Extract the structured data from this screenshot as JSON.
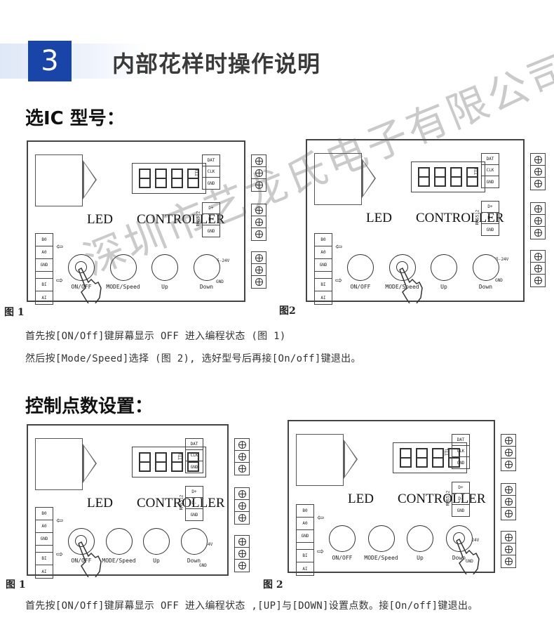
{
  "header": {
    "number": "3",
    "title": "内部花样时操作说明"
  },
  "section1": {
    "title": "选IC 型号：",
    "fig_left": "图 1",
    "fig_right": "图2",
    "line1": "首先按[ON/Off]键屏幕显示 OFF 进入编程状态 (图 1)",
    "line2": "然后按[Mode/Speed]选择 (图 2), 选好型号后再接[On/off]键退出。"
  },
  "section2": {
    "title": "控制点数设置：",
    "fig_left": "图 1",
    "fig_right": "图 2",
    "line1": "首先按[ON/Off]键屏幕显示 OFF 进入编程状态 ,[UP]与[DOWN]设置点数。接[On/off]键退出。"
  },
  "panel": {
    "led": "LED",
    "controller": "CONTROLLER",
    "ttl": "TTL",
    "ttl_rows": [
      "DAT",
      "CLK",
      "GND"
    ],
    "rms": "RMS512",
    "rms_rows": [
      "D+",
      "D-",
      "GND"
    ],
    "dc": "DC5-24V",
    "gnd": "GND",
    "left_rows": [
      "B0",
      "A0",
      "GND",
      "BI",
      "AI"
    ],
    "buttons": [
      "ON/OFF",
      "MODE/Speed",
      "Up",
      "Down"
    ]
  },
  "watermark": "深圳市艺龙氏电子有限公司"
}
